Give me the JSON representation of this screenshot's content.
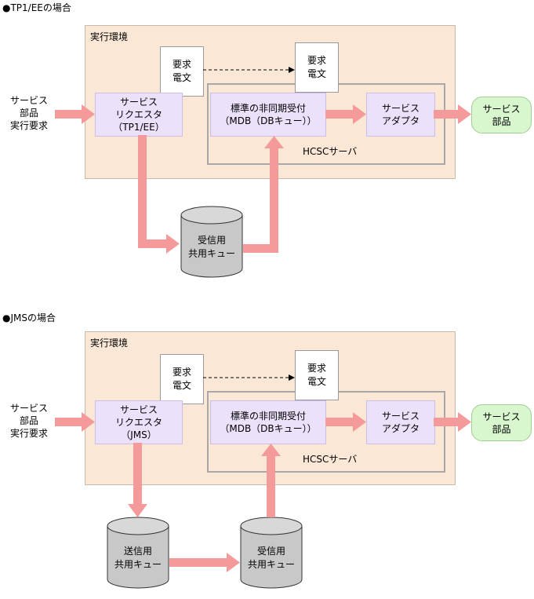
{
  "sections": [
    {
      "heading": "●TP1/EEの場合",
      "env_label": "実行環境",
      "external_request": "サービス\n部品\n実行要求",
      "requester": "サービス\nリクエスタ\n（TP1/EE）",
      "message_left": "要求\n電文",
      "message_right": "要求\n電文",
      "async_receiver": "標準の非同期受付\n（MDB（DBキュー））",
      "adapter": "サービス\nアダプタ",
      "server_label": "HCSCサーバ",
      "service_part": "サービス\n部品",
      "receive_queue": "受信用\n共用キュー"
    },
    {
      "heading": "●JMSの場合",
      "env_label": "実行環境",
      "external_request": "サービス\n部品\n実行要求",
      "requester": "サービス\nリクエスタ\n（JMS）",
      "message_left": "要求\n電文",
      "message_right": "要求\n電文",
      "async_receiver": "標準の非同期受付\n（MDB（DBキュー））",
      "adapter": "サービス\nアダプタ",
      "server_label": "HCSCサーバ",
      "service_part": "サービス\n部品",
      "send_queue": "送信用\n共用キュー",
      "receive_queue": "受信用\n共用キュー"
    }
  ],
  "colors": {
    "arrow": "#f59a9a",
    "env_fill": "#fbe7d6",
    "component_fill": "#ece1fb",
    "service_part_fill": "#d8f7cf",
    "cylinder_fill": "#c8c8c8"
  }
}
